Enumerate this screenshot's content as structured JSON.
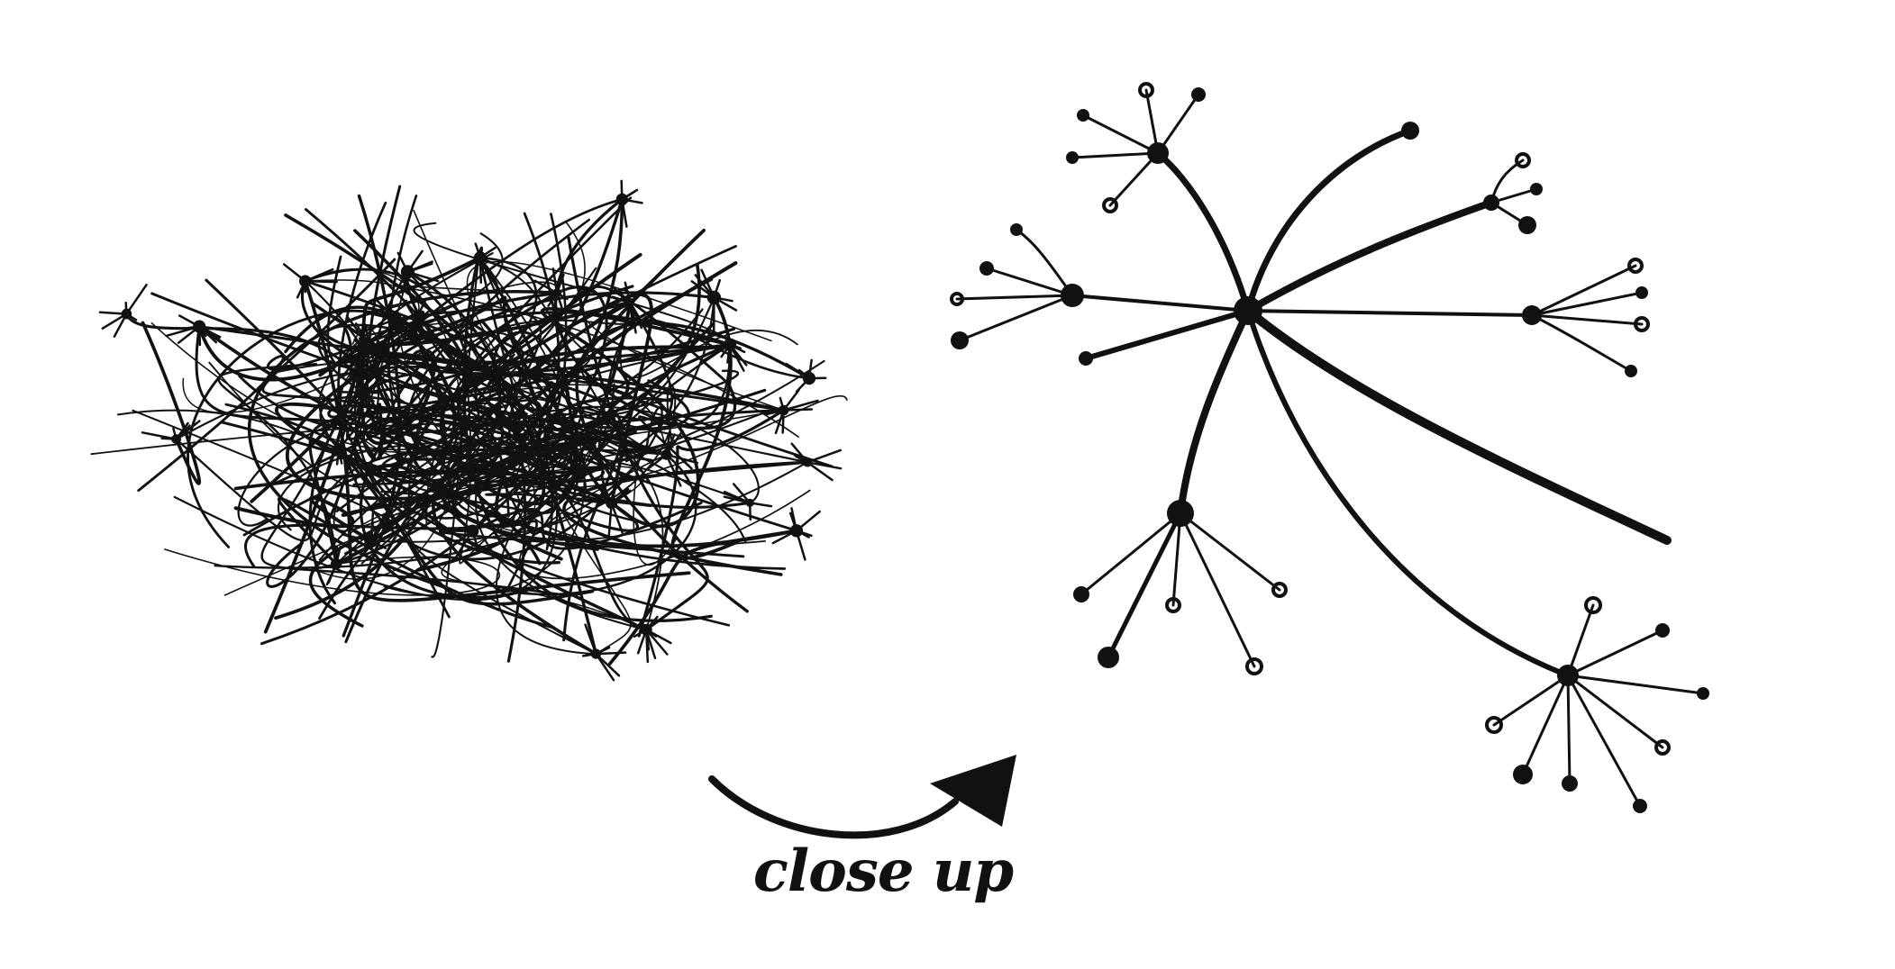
{
  "caption": "close up",
  "colors": {
    "ink": "#111111",
    "background": "#ffffff"
  },
  "figures": {
    "network": "tangled-neuron-network",
    "neuron": "single-neuron-close-up",
    "arrow": "curved-arrow"
  }
}
